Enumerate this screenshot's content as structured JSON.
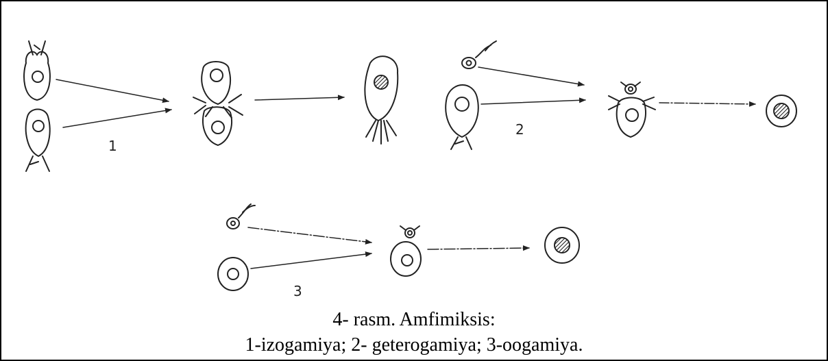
{
  "figure": {
    "label_1": "1",
    "label_2": "2",
    "label_3": "3",
    "caption_line1": "4- rasm. Amfimiksis:",
    "caption_line2": "1-izogamiya; 2- geterogamiya; 3-oogamiya."
  }
}
